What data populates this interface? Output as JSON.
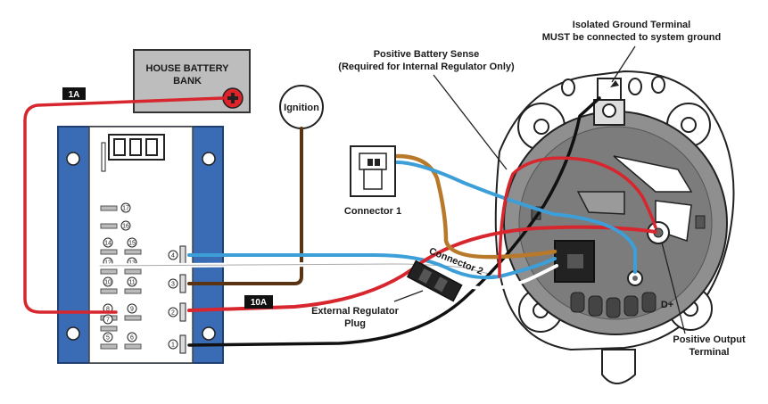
{
  "labels": {
    "house_battery_line1": "HOUSE BATTERY",
    "house_battery_line2": "BANK",
    "ignition": "Ignition",
    "connector1": "Connector 1",
    "connector2": "Connector 2",
    "positive_sense_line1": "Positive Battery Sense",
    "positive_sense_line2": "(Required for Internal Regulator Only)",
    "isolated_ground_line1": "Isolated Ground Terminal",
    "isolated_ground_line2": "MUST be connected to system ground",
    "ext_reg_line1": "External Regulator",
    "ext_reg_line2": "Plug",
    "positive_output_line1": "Positive Output",
    "positive_output_line2": "Terminal",
    "d_plus": "D+",
    "fuse_1a": "1A",
    "fuse_10a": "10A"
  },
  "regulator_pins": {
    "left": [
      "17",
      "16",
      "14",
      "15",
      "12",
      "13",
      "10",
      "11",
      "8",
      "9",
      "7",
      "5",
      "6"
    ],
    "right": [
      "4",
      "3",
      "2",
      "1"
    ]
  },
  "colors": {
    "panel_blue": "#3a6cb5",
    "battery_gray": "#bdbdbd",
    "wire_red": "#d7262e",
    "wire_blue": "#3d9fd8",
    "wire_brown": "#7a4a1e",
    "wire_orange": "#b87a2a",
    "wire_black": "#111111"
  }
}
